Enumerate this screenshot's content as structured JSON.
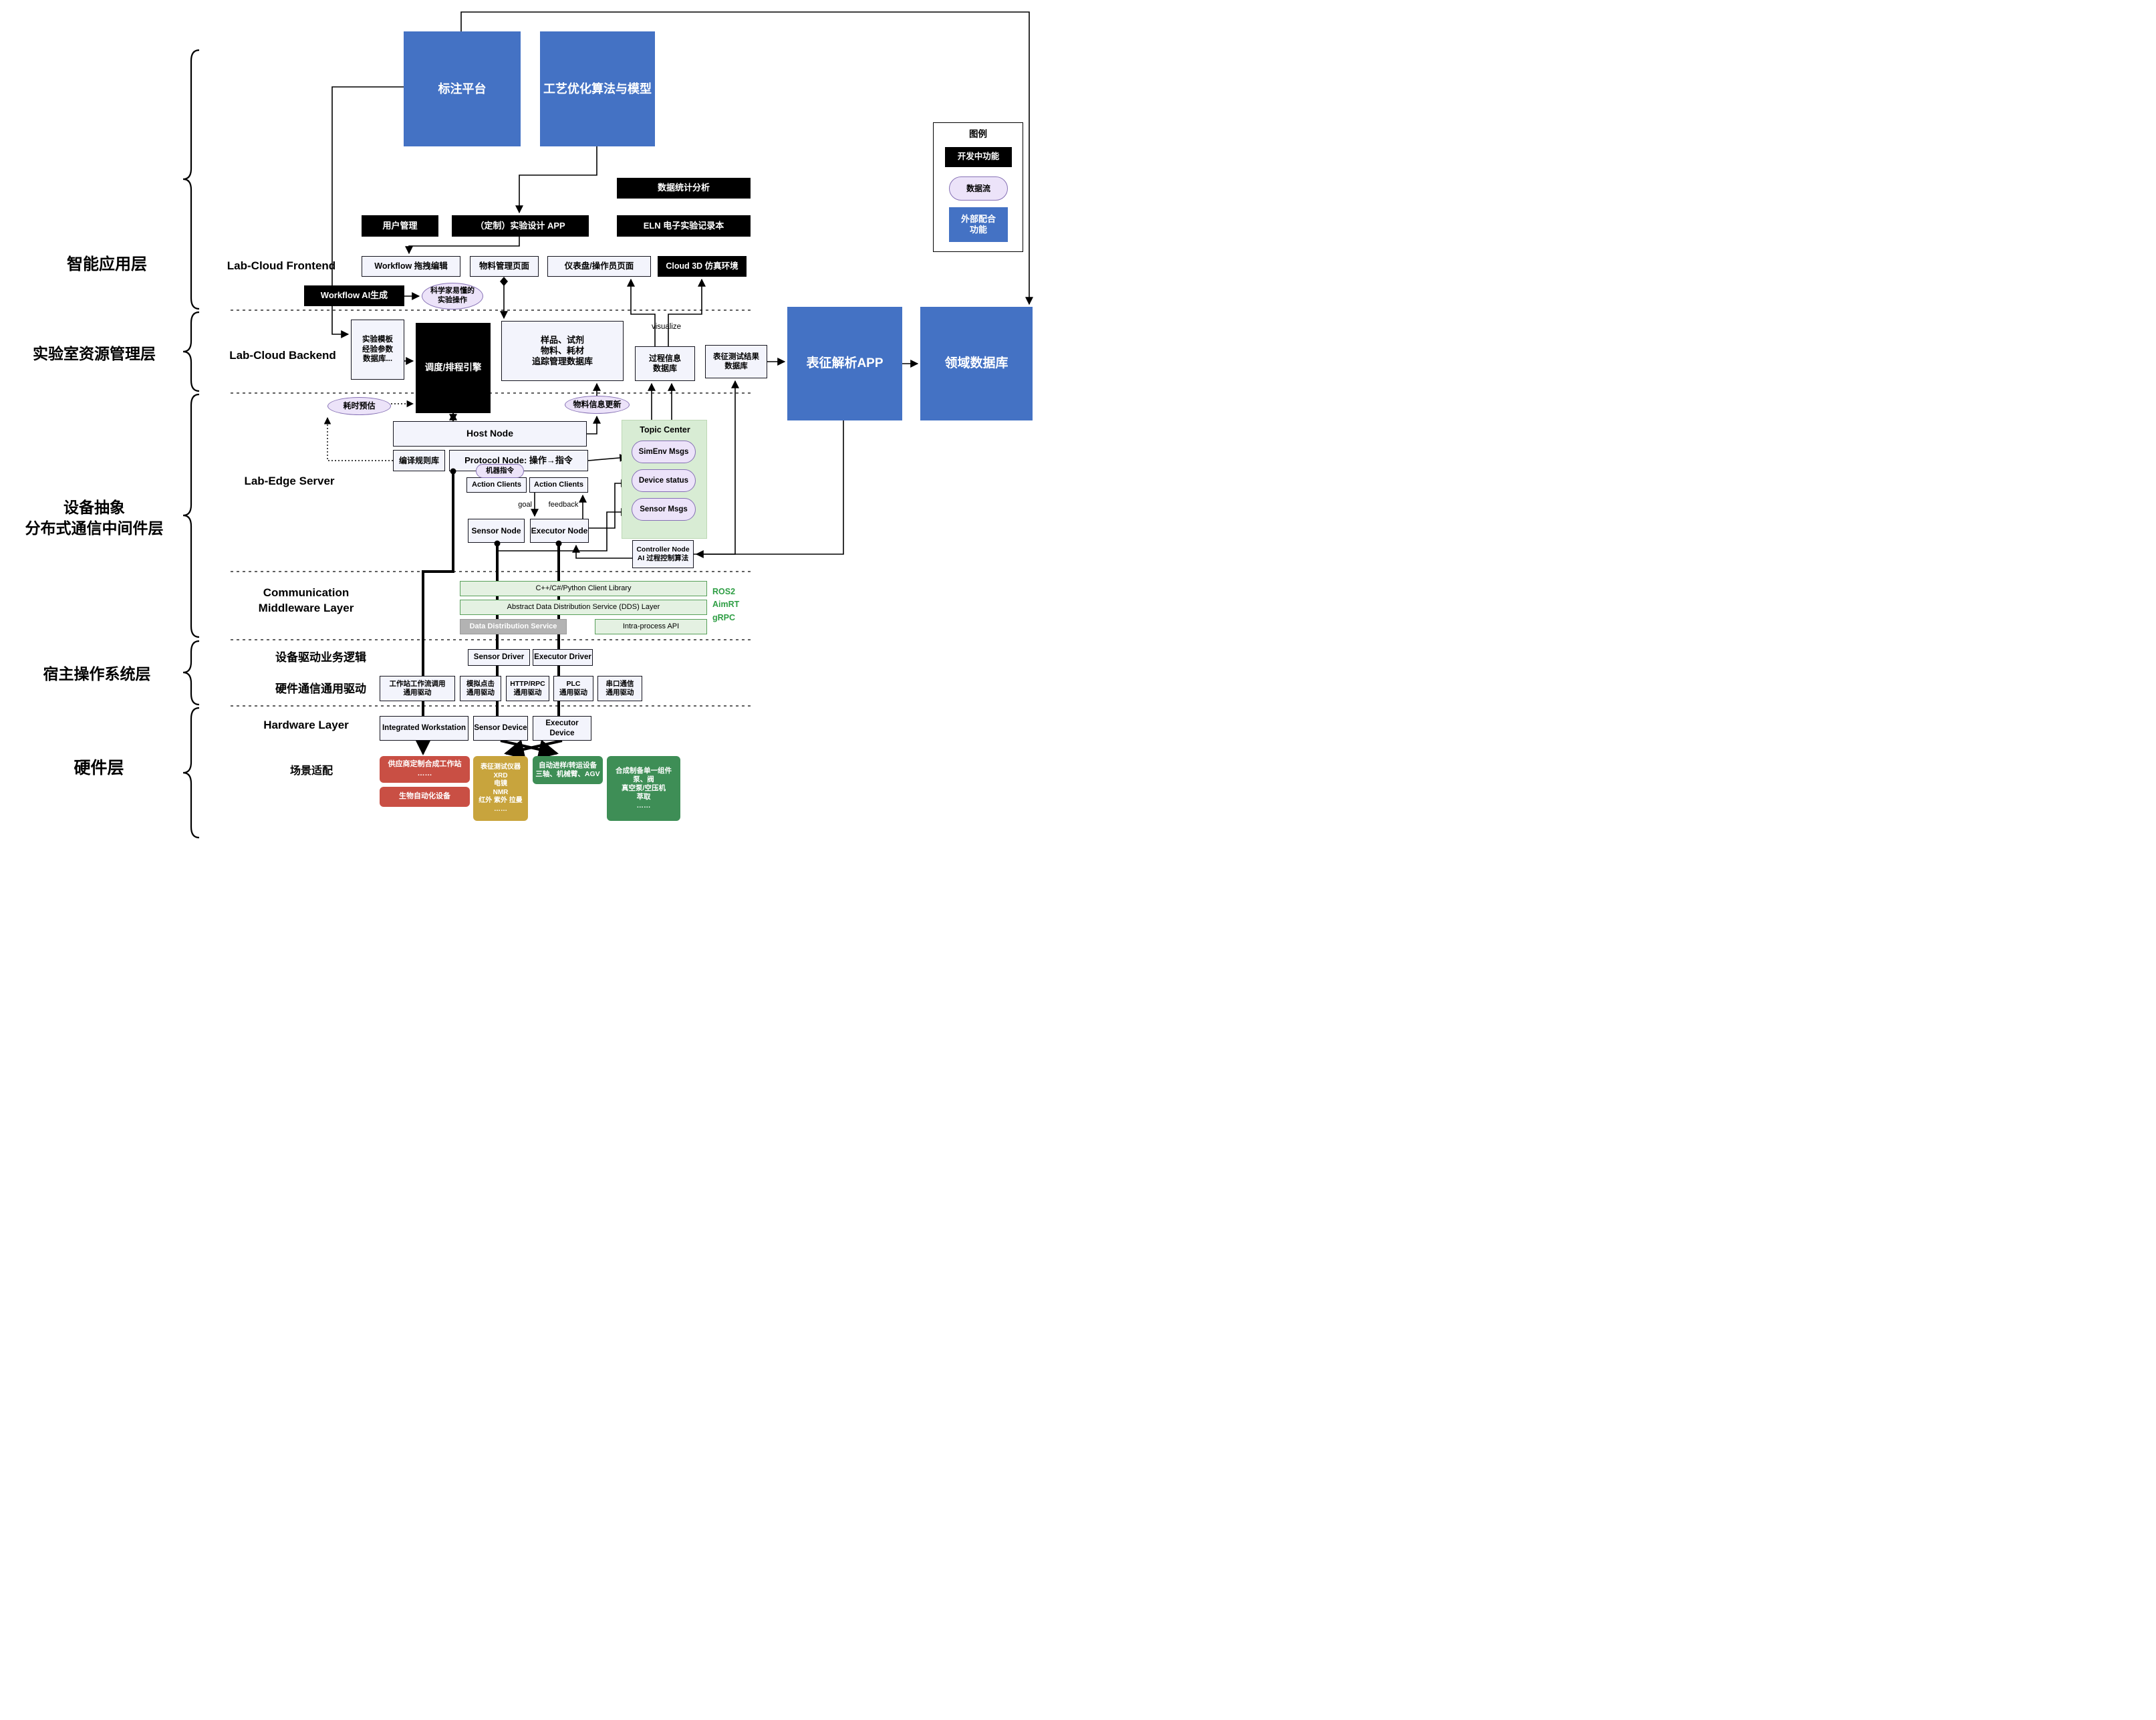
{
  "layers": [
    "智能应用层",
    "实验室资源管理层",
    "设备抽象\n分布式通信中间件层",
    "宿主操作系统层",
    "硬件层"
  ],
  "legend": {
    "title": "图例",
    "developing": "开发中功能",
    "dataflow": "数据流",
    "external": "外部配合\n功能"
  },
  "top": {
    "annotation": "标注平台",
    "process_model": "工艺优化算法与模型"
  },
  "app": {
    "stats": "数据统计分析",
    "user": "用户管理",
    "design_app": "（定制）实验设计 APP",
    "eln": "ELN 电子实验记录本",
    "frontend": "Lab-Cloud Frontend",
    "wf_edit": "Workflow 拖拽编辑",
    "material_page": "物料管理页面",
    "dashboard": "仪表盘/操作员页面",
    "cloud3d": "Cloud 3D 仿真环境",
    "wf_ai": "Workflow AI生成",
    "sci_ops": "科学家易懂的\n实验操作"
  },
  "backend": {
    "label": "Lab-Cloud Backend",
    "template_db": "实验模板\n经验参数\n数据库...",
    "engine": "调度/排程引擎",
    "sample_db": "样品、试剂\n物料、耗材\n追踪管理数据库",
    "visualize": "visualize",
    "process_db": "过程信息\n数据库",
    "charact_db": "表征测试结果\n数据库",
    "charact_app": "表征解析APP",
    "domain_db": "领域数据库"
  },
  "edge": {
    "label": "Lab-Edge Server",
    "time_est": "耗时预估",
    "material_update": "物料信息更新",
    "host": "Host Node",
    "rules": "编译规则库",
    "protocol": "Protocol Node: 操作→指令",
    "machine_cmd": "机器指令",
    "ac1": "Action Clients",
    "ac2": "Action Clients",
    "goal": "goal",
    "feedback": "feedback",
    "sensor_node": "Sensor Node",
    "executor_node": "Executor Node",
    "topic_title": "Topic Center",
    "simenv": "SimEnv Msgs",
    "device_status": "Device status",
    "sensor_msgs": "Sensor Msgs",
    "controller": "Controller Node\nAI 过程控制算法"
  },
  "mw": {
    "label": "Communication\nMiddleware Layer",
    "client_lib": "C++/C#/Python Client Library",
    "dds": "Abstract Data Distribution Service (DDS) Layer",
    "dds_service": "Data Distribution Service",
    "intra": "Intra-process API",
    "stack": "ROS2\nAimRT\ngRPC"
  },
  "os": {
    "logic_label": "设备驱动业务逻辑",
    "sensor_driver": "Sensor Driver",
    "executor_driver": "Executor Driver",
    "hw_label": "硬件通信通用驱动",
    "d1": "工作站工作流调用\n通用驱动",
    "d2": "模拟点击\n通用驱动",
    "d3": "HTTP/RPC\n通用驱动",
    "d4": "PLC\n通用驱动",
    "d5": "串口通信\n通用驱动"
  },
  "hw": {
    "label": "Hardware Layer",
    "iws": "Integrated Workstation",
    "sensor": "Sensor Device",
    "executor": "Executor Device",
    "scenario": "场景适配",
    "vendor": "供应商定制合成工作站\n……",
    "bio": "生物自动化设备",
    "charact": "表征测试仪器\nXRD\n电镜\nNMR\n红外 紫外 拉曼\n……",
    "transfer": "自动进样/转运设备\n三轴、机械臂、AGV",
    "synth": "合成制备单一组件\n泵、阀\n真空泵/空压机\n萃取\n……"
  },
  "colors": {
    "accent_blue": "#4472c4",
    "developing_black": "#000000",
    "dataflow_purple": "#ece3f9",
    "middleware_green": "#e4f1e2",
    "scenario_red": "#c94f44",
    "scenario_yellow": "#c8a43d",
    "scenario_green": "#3e8e56",
    "protocol_text_green": "#2e9e44"
  }
}
